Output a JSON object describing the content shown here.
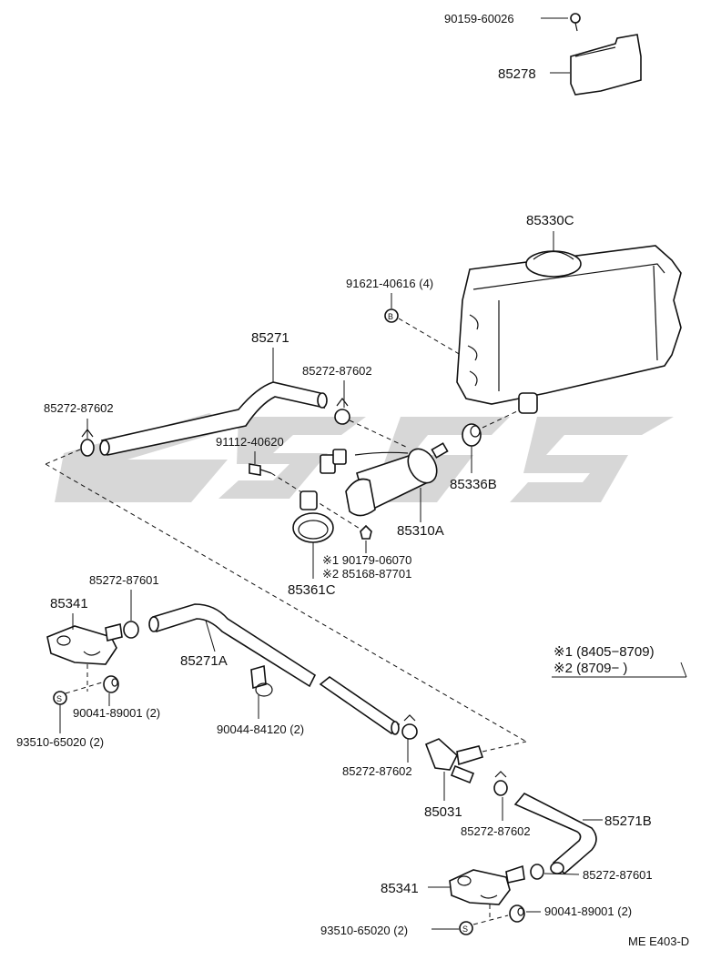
{
  "labels": {
    "p90159": "90159-60026",
    "p85278": "85278",
    "p85330c": "85330C",
    "p91621": "91621-40616 (4)",
    "p85271": "85271",
    "p85272_87602_a": "85272-87602",
    "p85272_87602_b": "85272-87602",
    "p91112": "91112-40620",
    "p85336b": "85336B",
    "p85310a": "85310A",
    "p90179": "※1 90179-06070",
    "p85168": "※2 85168-87701",
    "p85361c": "85361C",
    "p85272_87601_a": "85272-87601",
    "p85341_a": "85341",
    "p85271a": "85271A",
    "p90041_a": "90041-89001 (2)",
    "p93510_a": "93510-65020 (2)",
    "p90044": "90044-84120 (2)",
    "p85272_87602_c": "85272-87602",
    "p85031": "85031",
    "p85272_87602_d": "85272-87602",
    "p85271b": "85271B",
    "p85272_87601_b": "85272-87601",
    "p85341_b": "85341",
    "p90041_b": "90041-89001 (2)",
    "p93510_b": "93510-65020 (2)"
  },
  "markers": {
    "b": "B",
    "s1": "S",
    "s2": "S"
  },
  "legend": {
    "line1": "※1 (8405−8709)",
    "line2": "※2 (8709−        )"
  },
  "figure_code": "ME E403-D"
}
